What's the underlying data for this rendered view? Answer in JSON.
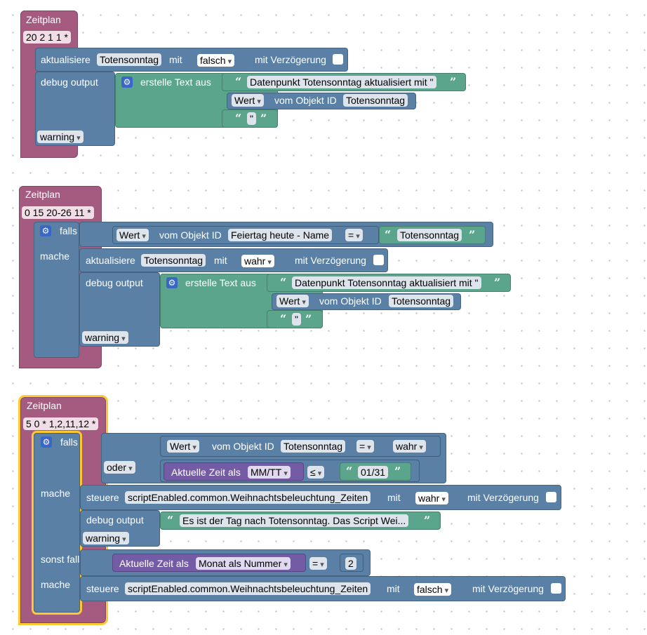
{
  "labels": {
    "schedule": "Zeitplan",
    "update": "aktualisiere",
    "with": "mit",
    "with_delay": "mit Verzögerung",
    "debug_output": "debug output",
    "create_text": "erstelle Text aus",
    "value": "Wert",
    "of_object_id": "vom Objekt ID",
    "if": "falls",
    "do": "mache",
    "else_if": "sonst falls",
    "or": "oder",
    "current_time_as": "Aktuelle Zeit als",
    "control": "steuere",
    "warning": "warning",
    "equals": "=",
    "lte": "≤",
    "true": "wahr",
    "false": "falsch",
    "quote_open": "“",
    "quote_close": "”"
  },
  "block1": {
    "cron": "20 2 1 1 *",
    "state": "Totensonntag",
    "value": "falsch",
    "text": "Datenpunkt Totensonntag aktualisiert mit \"",
    "object_id": "Totensonntag",
    "suffix": "\""
  },
  "block2": {
    "cron": "0 15 20-26 11 *",
    "cond_object": "Feiertag heute - Name",
    "cond_text": "Totensonntag",
    "state": "Totensonntag",
    "value": "wahr",
    "text": "Datenpunkt Totensonntag aktualisiert mit \"",
    "object_id": "Totensonntag",
    "suffix": "\""
  },
  "block3": {
    "cron": "5 0 * 1,2,11,12 *",
    "cond_object": "Totensonntag",
    "cond_value": "wahr",
    "time_format": "MM/TT",
    "date_text": "01/31",
    "target": "scriptEnabled.common.Weihnachtsbeleuchtung_Zeiten",
    "set_value_true": "wahr",
    "debug_text": "Es ist der Tag nach Totensonntag. Das Script Wei...",
    "month_format": "Monat als Nummer",
    "month_value": "2",
    "set_value_false": "falsch"
  }
}
